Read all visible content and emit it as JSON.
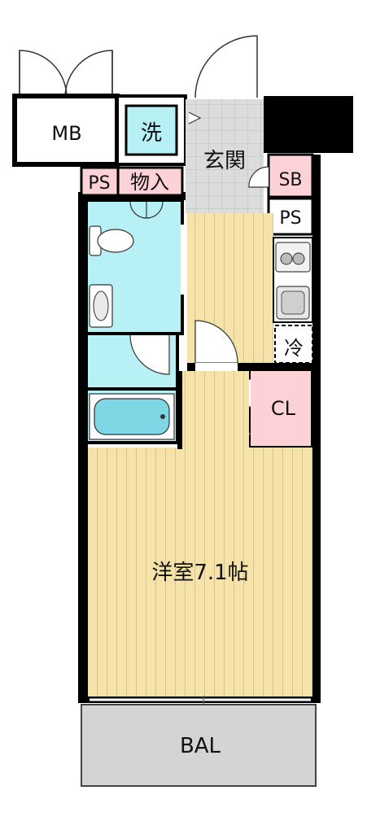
{
  "rooms": {
    "mb": "MB",
    "wash": "洗",
    "genkan": "玄関",
    "sb": "SB",
    "ps_top_right": "PS",
    "ps_left": "PS",
    "monoire": "物入",
    "fridge": "冷",
    "cl": "CL",
    "western_room": "洋室7.1帖",
    "balcony": "BAL"
  },
  "colors": {
    "wall": "#000000",
    "wood_floor": "#f6e3a9",
    "wet_area": "#b7f0f5",
    "closet_pink": "#fcd2d6",
    "genkan_tile": "#dedede",
    "balcony_gray": "#d4d4d4"
  }
}
